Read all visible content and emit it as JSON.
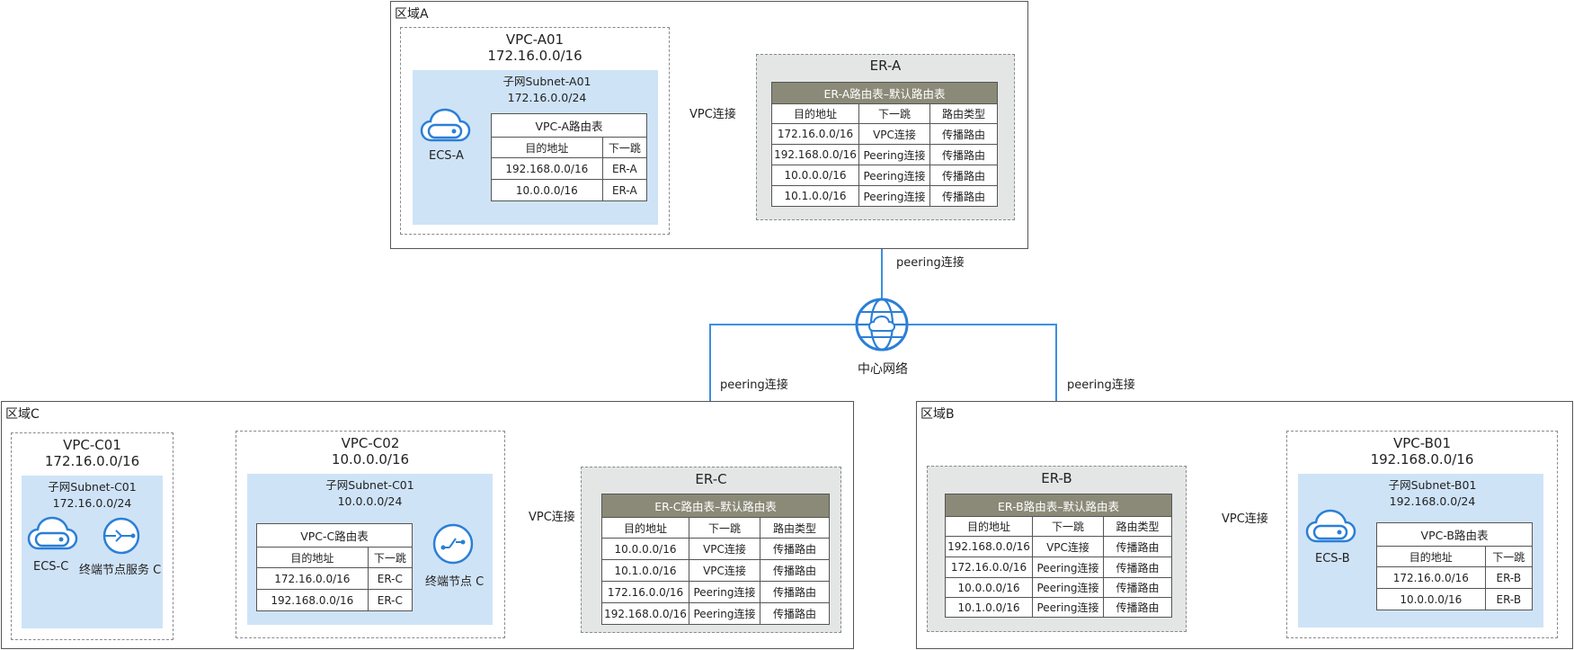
{
  "regions": {
    "a": {
      "label": "区域A"
    },
    "b": {
      "label": "区域B"
    },
    "c": {
      "label": "区域C"
    }
  },
  "vpc_a01": {
    "name": "VPC-A01",
    "cidr": "172.16.0.0/16",
    "subnet": {
      "name": "子网Subnet-A01",
      "cidr": "172.16.0.0/24"
    },
    "ecs": "ECS-A",
    "route_table": {
      "title": "VPC-A路由表",
      "headers": [
        "目的地址",
        "下一跳"
      ],
      "rows": [
        [
          "192.168.0.0/16",
          "ER-A"
        ],
        [
          "10.0.0.0/16",
          "ER-A"
        ]
      ]
    }
  },
  "er_a": {
    "name": "ER-A",
    "route_table": {
      "title": "ER-A路由表–默认路由表",
      "headers": [
        "目的地址",
        "下一跳",
        "路由类型"
      ],
      "rows": [
        [
          "172.16.0.0/16",
          "VPC连接",
          "传播路由"
        ],
        [
          "192.168.0.0/16",
          "Peering连接",
          "传播路由"
        ],
        [
          "10.0.0.0/16",
          "Peering连接",
          "传播路由"
        ],
        [
          "10.1.0.0/16",
          "Peering连接",
          "传播路由"
        ]
      ]
    }
  },
  "center": {
    "label": "中心网络"
  },
  "links": {
    "vpc_a_er_a": "VPC连接",
    "er_a_center": "peering连接",
    "center_er_c": "peering连接",
    "center_er_b": "peering连接",
    "vpc_c02_er_c": "VPC连接",
    "er_b_vpc_b": "VPC连接"
  },
  "vpc_c01": {
    "name": "VPC-C01",
    "cidr": "172.16.0.0/16",
    "subnet": {
      "name": "子网Subnet-C01",
      "cidr": "172.16.0.0/24"
    },
    "ecs": "ECS-C",
    "endpoint_service": "终端节点服务 C"
  },
  "vpc_c02": {
    "name": "VPC-C02",
    "cidr": "10.0.0.0/16",
    "subnet": {
      "name": "子网Subnet-C01",
      "cidr": "10.0.0.0/24"
    },
    "endpoint": "终端节点 C",
    "route_table": {
      "title": "VPC-C路由表",
      "headers": [
        "目的地址",
        "下一跳"
      ],
      "rows": [
        [
          "172.16.0.0/16",
          "ER-C"
        ],
        [
          "192.168.0.0/16",
          "ER-C"
        ]
      ]
    }
  },
  "er_c": {
    "name": "ER-C",
    "route_table": {
      "title": "ER-C路由表–默认路由表",
      "headers": [
        "目的地址",
        "下一跳",
        "路由类型"
      ],
      "rows": [
        [
          "10.0.0.0/16",
          "VPC连接",
          "传播路由"
        ],
        [
          "10.1.0.0/16",
          "VPC连接",
          "传播路由"
        ],
        [
          "172.16.0.0/16",
          "Peering连接",
          "传播路由"
        ],
        [
          "192.168.0.0/16",
          "Peering连接",
          "传播路由"
        ]
      ]
    }
  },
  "er_b": {
    "name": "ER-B",
    "route_table": {
      "title": "ER-B路由表–默认路由表",
      "headers": [
        "目的地址",
        "下一跳",
        "路由类型"
      ],
      "rows": [
        [
          "192.168.0.0/16",
          "VPC连接",
          "传播路由"
        ],
        [
          "172.16.0.0/16",
          "Peering连接",
          "传播路由"
        ],
        [
          "10.0.0.0/16",
          "Peering连接",
          "传播路由"
        ],
        [
          "10.1.0.0/16",
          "Peering连接",
          "传播路由"
        ]
      ]
    }
  },
  "vpc_b01": {
    "name": "VPC-B01",
    "cidr": "192.168.0.0/16",
    "subnet": {
      "name": "子网Subnet-B01",
      "cidr": "192.168.0.0/24"
    },
    "ecs": "ECS-B",
    "route_table": {
      "title": "VPC-B路由表",
      "headers": [
        "目的地址",
        "下一跳"
      ],
      "rows": [
        [
          "172.16.0.0/16",
          "ER-B"
        ],
        [
          "10.0.0.0/16",
          "ER-B"
        ]
      ]
    }
  },
  "colors": {
    "line": "#3b8fe0",
    "icon": "#2b7fd6",
    "subnet": "#cfe3f7",
    "er_header": "#8b8a78",
    "er_bg": "#e4e6e6"
  }
}
